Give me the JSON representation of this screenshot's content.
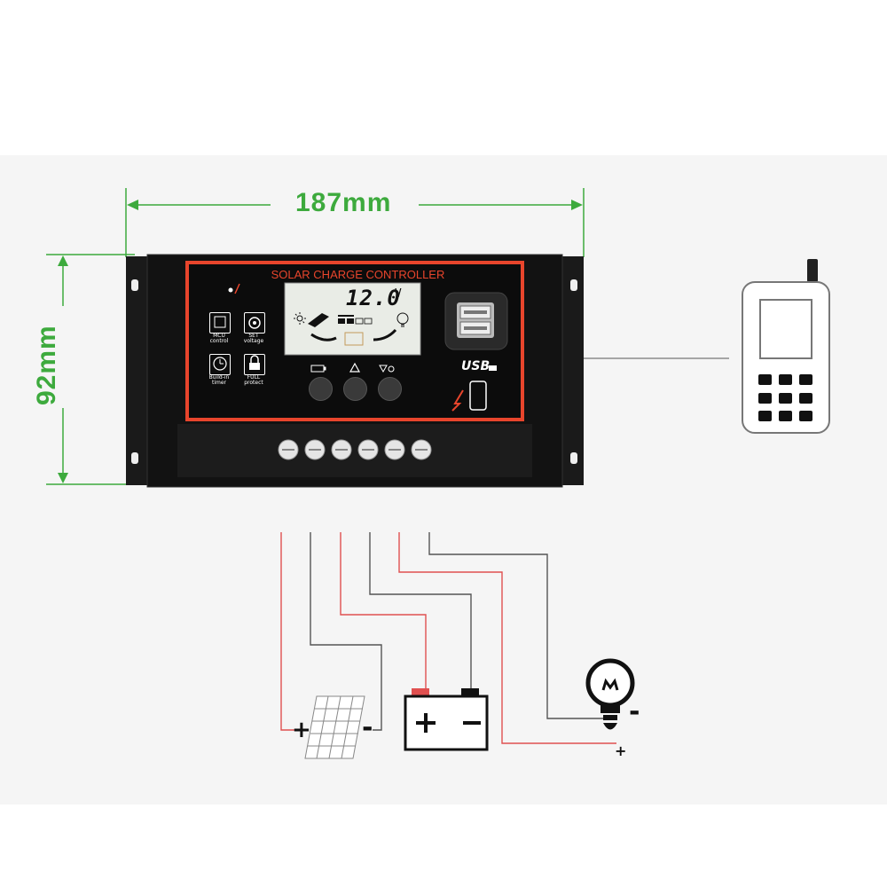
{
  "dimensions": {
    "width_label": "187mm",
    "height_label": "92mm"
  },
  "controller": {
    "title": "SOLAR CHARGE CONTROLLER",
    "display_value": "12.0",
    "display_unit": "V",
    "features": [
      {
        "icon": "mcu-chip-icon",
        "text": "MCU control"
      },
      {
        "icon": "set-gear-icon",
        "text": "SET voltage"
      },
      {
        "icon": "clock-icon",
        "text": "Build-in timer"
      },
      {
        "icon": "lock-icon",
        "text": "FULL protect"
      }
    ],
    "usb_label": "USB",
    "button_icons": [
      "battery-icon",
      "up-arrow-icon",
      "menu-icon"
    ],
    "terminal_count": 6
  },
  "wiring": {
    "solar_pos": "+",
    "solar_neg": "-",
    "battery_pos": "+",
    "battery_neg": "-",
    "load_pos": "+",
    "load_neg": "-"
  },
  "colors": {
    "dimension_green": "#3daa3d",
    "panel_red": "#e8452c",
    "wire_red": "#e05050",
    "wire_gray": "#555555"
  }
}
